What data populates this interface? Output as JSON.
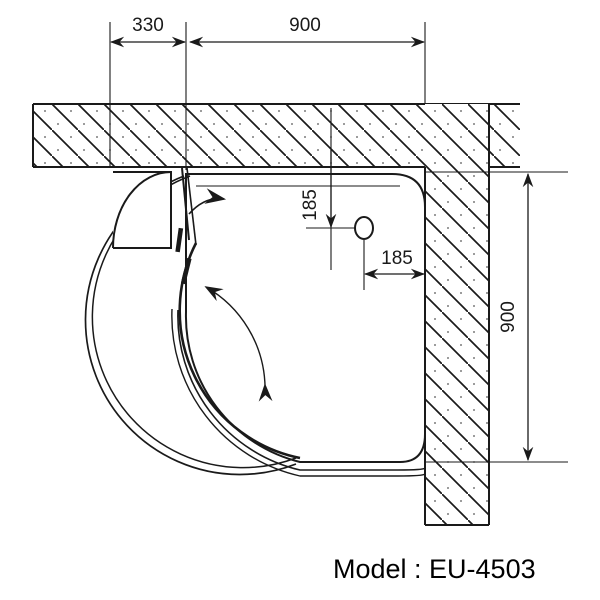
{
  "drawing": {
    "title": "Shower enclosure plan view technical drawing",
    "model_label": "Model : EU-4503",
    "line_color": "#1a1a1a",
    "background_color": "#ffffff",
    "dimensions": {
      "top_left": "330",
      "top_right": "900",
      "drain_vertical": "185",
      "drain_horizontal": "185",
      "right_vertical": "900"
    },
    "units_note": "",
    "parts": {
      "wall_top_label": "top-wall",
      "wall_right_label": "right-wall",
      "tray_label": "shower-tray",
      "door_swing_label": "door-swing-arc",
      "sliding_door_label": "curved-sliding-door",
      "drain_label": "drain-hole"
    }
  }
}
